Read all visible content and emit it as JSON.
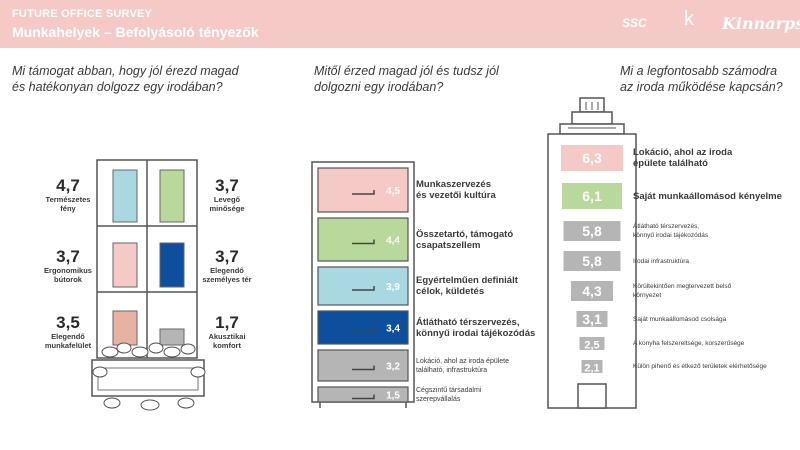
{
  "header": {
    "survey": "FUTURE OFFICE SURVEY",
    "title": "Munkahelyek – Befolyásoló tényezők",
    "logo1": "SSC",
    "logo2": "k",
    "logo3": "Kinnarps"
  },
  "questions": {
    "q1": [
      "Mi támogat abban, hogy jól érezd magad",
      "és hatékonyan dolgozz egy irodában?"
    ],
    "q2": [
      "Mitől érzed magad jól és tudsz jól",
      "dolgozni egy irodában?"
    ],
    "q3": [
      "Mi a legfontosabb számodra",
      "az iroda működése kapcsán?"
    ]
  },
  "colors": {
    "pink": "#f4c9c6",
    "light_blue": "#a9d8e3",
    "green": "#b9d89b",
    "dark_blue": "#0d4f9c",
    "salmon": "#e6b3a3",
    "gray": "#b5b5b5",
    "outline": "#555555"
  },
  "chart_data": [
    {
      "type": "table",
      "items": [
        {
          "value": "4,7",
          "label": [
            "Természetes",
            "fény"
          ],
          "color": "#a9d8e3"
        },
        {
          "value": "3,7",
          "label": [
            "Levegő",
            "minősége"
          ],
          "color": "#b9d89b"
        },
        {
          "value": "3,7",
          "label": [
            "Ergonomikus",
            "bútorok"
          ],
          "color": "#f4c9c6"
        },
        {
          "value": "3,7",
          "label": [
            "Elegendő",
            "személyes tér"
          ],
          "color": "#0d4f9c"
        },
        {
          "value": "3,5",
          "label": [
            "Elegendő",
            "munkafelület"
          ],
          "color": "#e6b3a3"
        },
        {
          "value": "1,7",
          "label": [
            "Akusztikai",
            "komfort"
          ],
          "color": "#b5b5b5"
        }
      ]
    },
    {
      "type": "bar",
      "categories": [
        "Munkaszervezés és vezetői kultúra",
        "Összetartó, támogató csapatszellem",
        "Egyértelműen definiált célok, küldetés",
        "Átlátható térszervezés, könnyű irodai tájékozódás",
        "Lokáció, ahol az iroda épülete található, infrastruktúra",
        "Cégszintű társadalmi szerepvállalás"
      ],
      "values": [
        4.5,
        4.4,
        3.9,
        3.4,
        3.2,
        1.5
      ],
      "value_labels": [
        "4,5",
        "4,4",
        "3,9",
        "3,4",
        "3,2",
        "1,5"
      ],
      "label_lines": [
        [
          "Munkaszervezés",
          "és vezetői kultúra"
        ],
        [
          "Összetartó, támogató",
          "csapatszellem"
        ],
        [
          "Egyértelműen definiált",
          "célok, küldetés"
        ],
        [
          "Átlátható térszervezés,",
          "könnyű irodai tájékozódás"
        ],
        [
          "Lokáció, ahol az iroda épülete",
          "található, infrastruktúra"
        ],
        [
          "Cégszintű társadalmi",
          "szerepvállalás"
        ]
      ],
      "emphasis": [
        "big",
        "big",
        "big",
        "big",
        "small",
        "small"
      ],
      "colors": [
        "#f4c9c6",
        "#b9d89b",
        "#a9d8e3",
        "#0d4f9c",
        "#b5b5b5",
        "#b5b5b5"
      ]
    },
    {
      "type": "bar",
      "categories": [
        "Lokáció, ahol az iroda épülete található",
        "Saját munkaállomásod kényelme",
        "Átlátható térszervezés, könnyű irodai tájékozódás",
        "Irodai infrastruktúra",
        "Körültekintően megtervezett belső környezet",
        "Saját munkaállomásod csolsága",
        "A konyha felszereltsége, korszerűsége",
        "Külön pihenő és étkező területek elérhetősége"
      ],
      "values": [
        6.3,
        6.1,
        5.8,
        5.8,
        4.3,
        3.1,
        2.5,
        2.1
      ],
      "value_labels": [
        "6,3",
        "6,1",
        "5,8",
        "5,8",
        "4,3",
        "3,1",
        "2,5",
        "2,1"
      ],
      "label_lines": [
        [
          "Lokáció, ahol az iroda",
          "épülete található"
        ],
        [
          "Saját munkaállomásod kényelme"
        ],
        [
          "Átlátható térszervezés,",
          "könnyű irodai tájékozódás"
        ],
        [
          "Irodai infrastruktúra"
        ],
        [
          "Körültekintően megtervezett belső",
          "környezet"
        ],
        [
          "Saját munkaállomásod csolsága"
        ],
        [
          "A konyha felszereltsége, korszerűsége"
        ],
        [
          "Külön pihenő és étkező területek elérhetősége"
        ]
      ],
      "emphasis": [
        "big",
        "big",
        "small",
        "small",
        "small",
        "small",
        "small",
        "small"
      ],
      "colors": [
        "#f4c9c6",
        "#b9d89b",
        "#b5b5b5",
        "#b5b5b5",
        "#b5b5b5",
        "#b5b5b5",
        "#b5b5b5",
        "#b5b5b5"
      ]
    }
  ]
}
